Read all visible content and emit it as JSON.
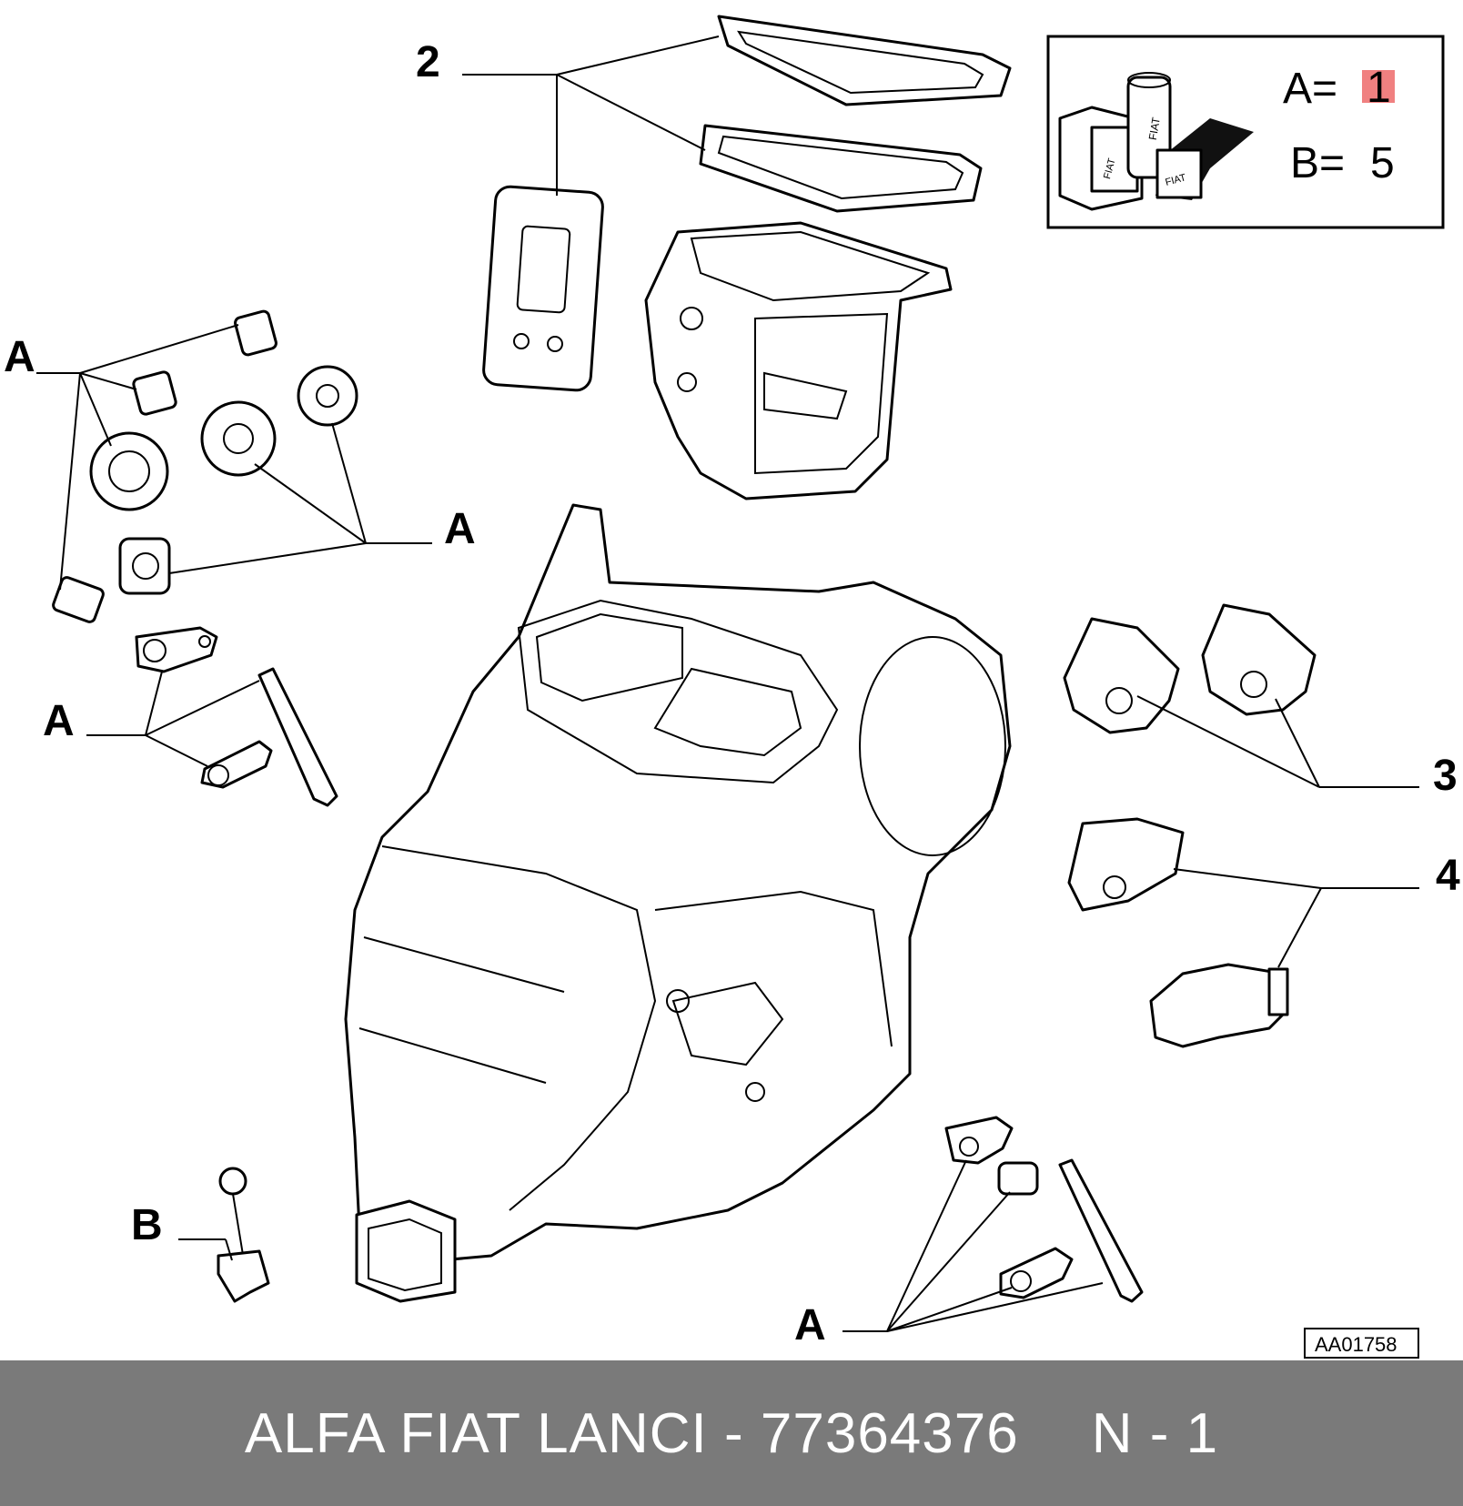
{
  "callouts": {
    "label_2": "2",
    "label_a_left_top": "A",
    "label_a_mid": "A",
    "label_a_left_low": "A",
    "label_a_bottom": "A",
    "label_b": "B",
    "label_3": "3",
    "label_4": "4"
  },
  "legend": {
    "a_label": "A=",
    "a_value": "1",
    "b_label": "B=",
    "b_value": "5",
    "logo_text_1": "FIAT",
    "logo_text_2": "FIAT",
    "logo_text_3": "FIAT",
    "highlight_color": "#f08080"
  },
  "drawing_code": "AA01758",
  "footer": {
    "brand_part": "ALFA FIAT LANCI - 77364376",
    "position": "N - 1"
  }
}
